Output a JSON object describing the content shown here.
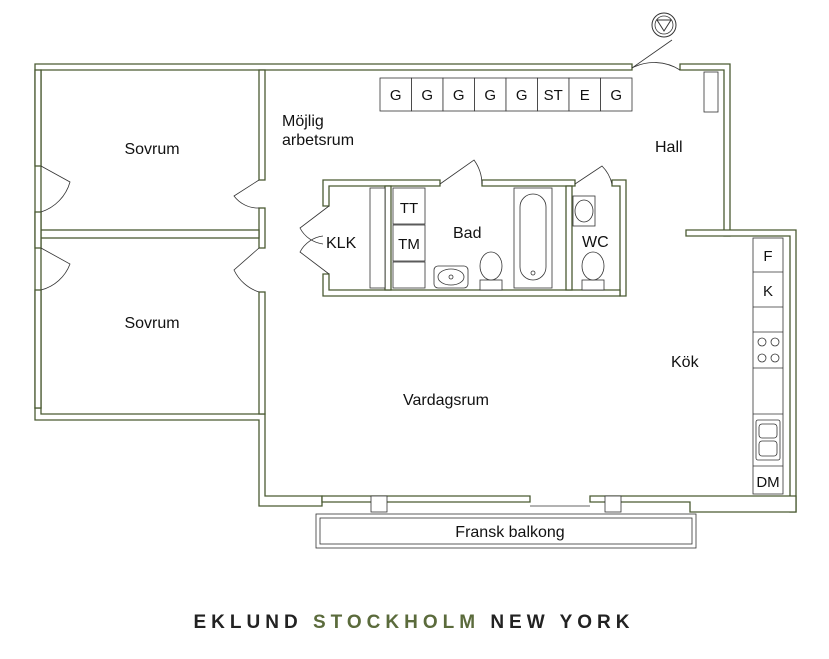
{
  "rooms": {
    "sovrum_top": "Sovrum",
    "sovrum_bottom": "Sovrum",
    "mojlig_line1": "Möjlig",
    "mojlig_line2": "arbetsrum",
    "hall": "Hall",
    "klk": "KLK",
    "bad": "Bad",
    "tt": "TT",
    "tm": "TM",
    "wc": "WC",
    "kok": "Kök",
    "vardagsrum": "Vardagsrum",
    "balkong": "Fransk balkong"
  },
  "wardrobes": [
    "G",
    "G",
    "G",
    "G",
    "G",
    "ST",
    "E",
    "G"
  ],
  "kitchen_units": {
    "f": "F",
    "k": "K",
    "dm": "DM"
  },
  "footer": {
    "part1": "EKLUND",
    "part2": "STOCKHOLM",
    "part3": "NEW YORK"
  },
  "colors": {
    "wall": "#4a5a32",
    "brand_accent": "#5b6b3c",
    "text": "#222222"
  }
}
